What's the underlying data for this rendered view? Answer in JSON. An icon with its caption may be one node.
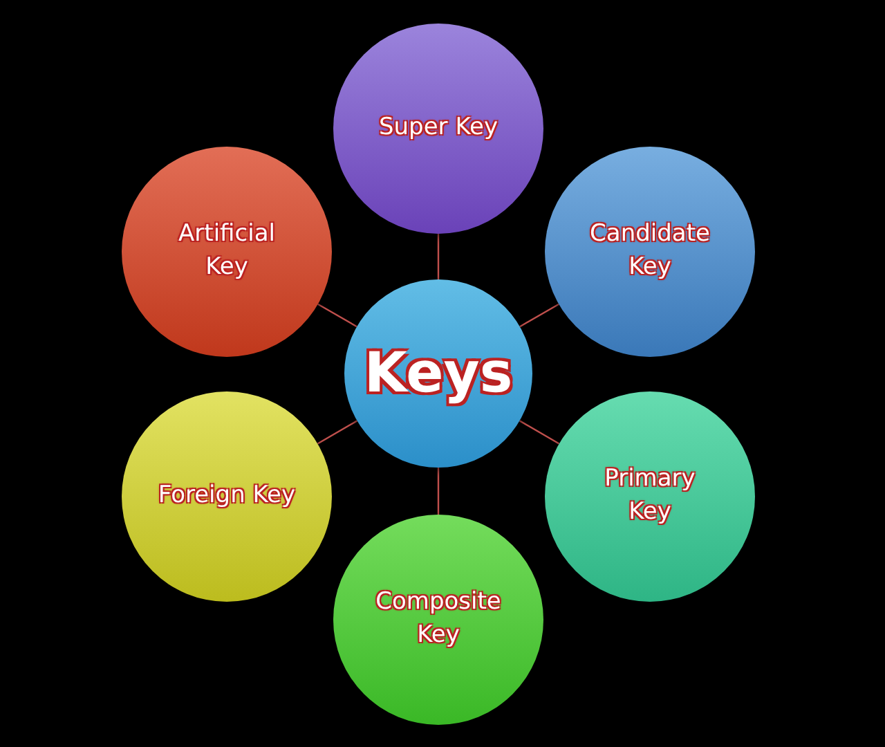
{
  "diagram": {
    "nodes": [
      {
        "text": [
          "Keys"
        ]
      },
      {
        "text": [
          "Super Key"
        ]
      },
      {
        "text": [
          "Candidate Key"
        ]
      },
      {
        "text": [
          "Primary Key"
        ]
      },
      {
        "text": [
          "Composite Key"
        ]
      },
      {
        "text": [
          "Foreign Key"
        ]
      },
      {
        "text": [
          "Artificial Key"
        ]
      }
    ],
    "edges": [
      {
        "from": 0,
        "to": 1,
        "arrow": "none"
      },
      {
        "from": 0,
        "to": 2,
        "arrow": "none"
      },
      {
        "from": 0,
        "to": 3,
        "arrow": "none"
      },
      {
        "from": 0,
        "to": 4,
        "arrow": "none"
      },
      {
        "from": 0,
        "to": 5,
        "arrow": "none"
      },
      {
        "from": 0,
        "to": 6,
        "arrow": "none"
      }
    ]
  }
}
